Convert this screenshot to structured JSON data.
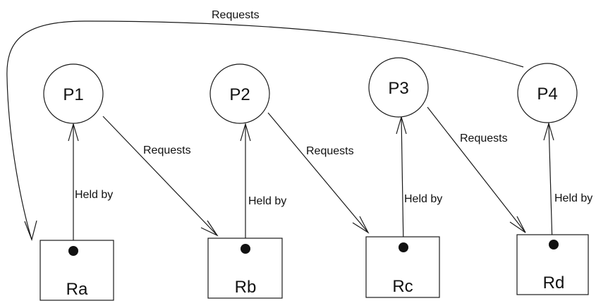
{
  "processes": [
    {
      "id": "p1",
      "label": "P1"
    },
    {
      "id": "p2",
      "label": "P2"
    },
    {
      "id": "p3",
      "label": "P3"
    },
    {
      "id": "p4",
      "label": "P4"
    }
  ],
  "resources": [
    {
      "id": "ra",
      "label": "Ra"
    },
    {
      "id": "rb",
      "label": "Rb"
    },
    {
      "id": "rc",
      "label": "Rc"
    },
    {
      "id": "rd",
      "label": "Rd"
    }
  ],
  "edges": {
    "p1_requests_rb": "Requests",
    "p2_requests_rc": "Requests",
    "p3_requests_rd": "Requests",
    "p4_requests_ra": "Requests",
    "ra_held_by_p1": "Held by",
    "rb_held_by_p2": "Held by",
    "rc_held_by_p3": "Held by",
    "rd_held_by_p4": "Held by"
  }
}
